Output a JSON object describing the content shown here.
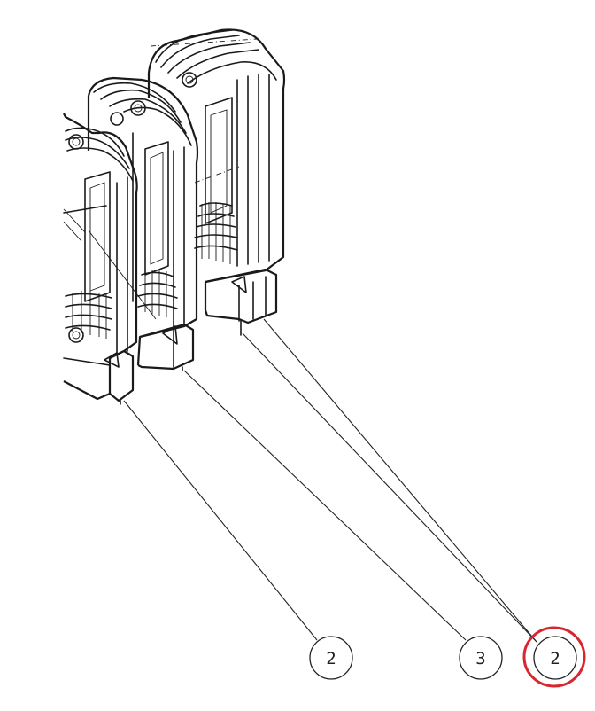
{
  "callouts": [
    {
      "label": "2"
    },
    {
      "label": "3"
    },
    {
      "label": "2"
    }
  ],
  "highlight_color": "#d7262d"
}
